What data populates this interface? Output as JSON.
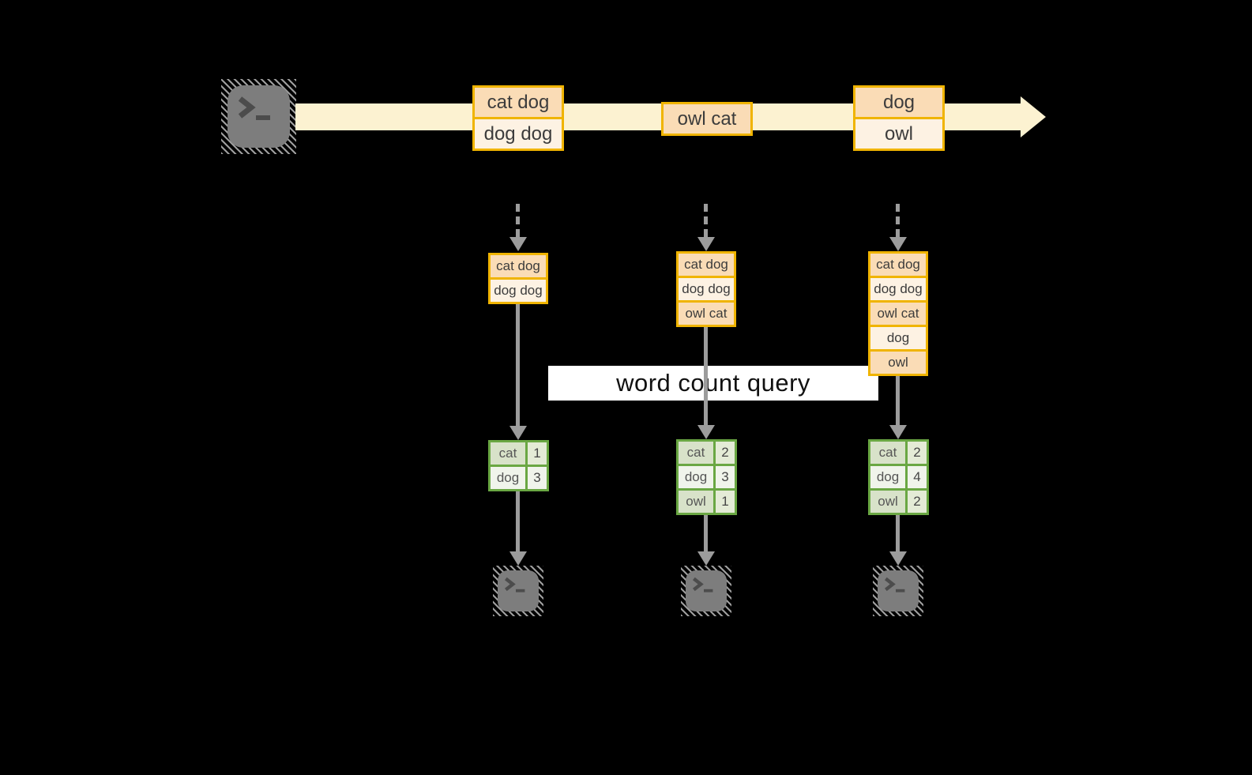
{
  "query_label": "word count query",
  "timeline": {
    "events": [
      {
        "lines": [
          "cat dog",
          "dog dog"
        ]
      },
      {
        "lines": [
          "owl cat"
        ]
      },
      {
        "lines": [
          "dog",
          "owl"
        ]
      }
    ]
  },
  "columns": [
    {
      "buffer": [
        "cat dog",
        "dog dog"
      ],
      "counts": [
        {
          "word": "cat",
          "count": "1"
        },
        {
          "word": "dog",
          "count": "3"
        }
      ]
    },
    {
      "buffer": [
        "cat dog",
        "dog dog",
        "owl cat"
      ],
      "counts": [
        {
          "word": "cat",
          "count": "2"
        },
        {
          "word": "dog",
          "count": "3"
        },
        {
          "word": "owl",
          "count": "1"
        }
      ]
    },
    {
      "buffer": [
        "cat dog",
        "dog dog",
        "owl cat",
        "dog",
        "owl"
      ],
      "counts": [
        {
          "word": "cat",
          "count": "2"
        },
        {
          "word": "dog",
          "count": "4"
        },
        {
          "word": "owl",
          "count": "2"
        }
      ]
    }
  ],
  "colors": {
    "background": "#000000",
    "timeline_band": "#fcf2d1",
    "event_border": "#f0b400",
    "event_fill_dark": "#fadcb6",
    "event_fill_light": "#fdf2e3",
    "table_border": "#6aa743",
    "table_fill_dark": "#d8e2c9",
    "table_fill_light": "#f0f4eb",
    "arrow_gray": "#9c9c9c",
    "terminal_gray": "#7d7d7d",
    "label_bg": "#ffffff"
  }
}
